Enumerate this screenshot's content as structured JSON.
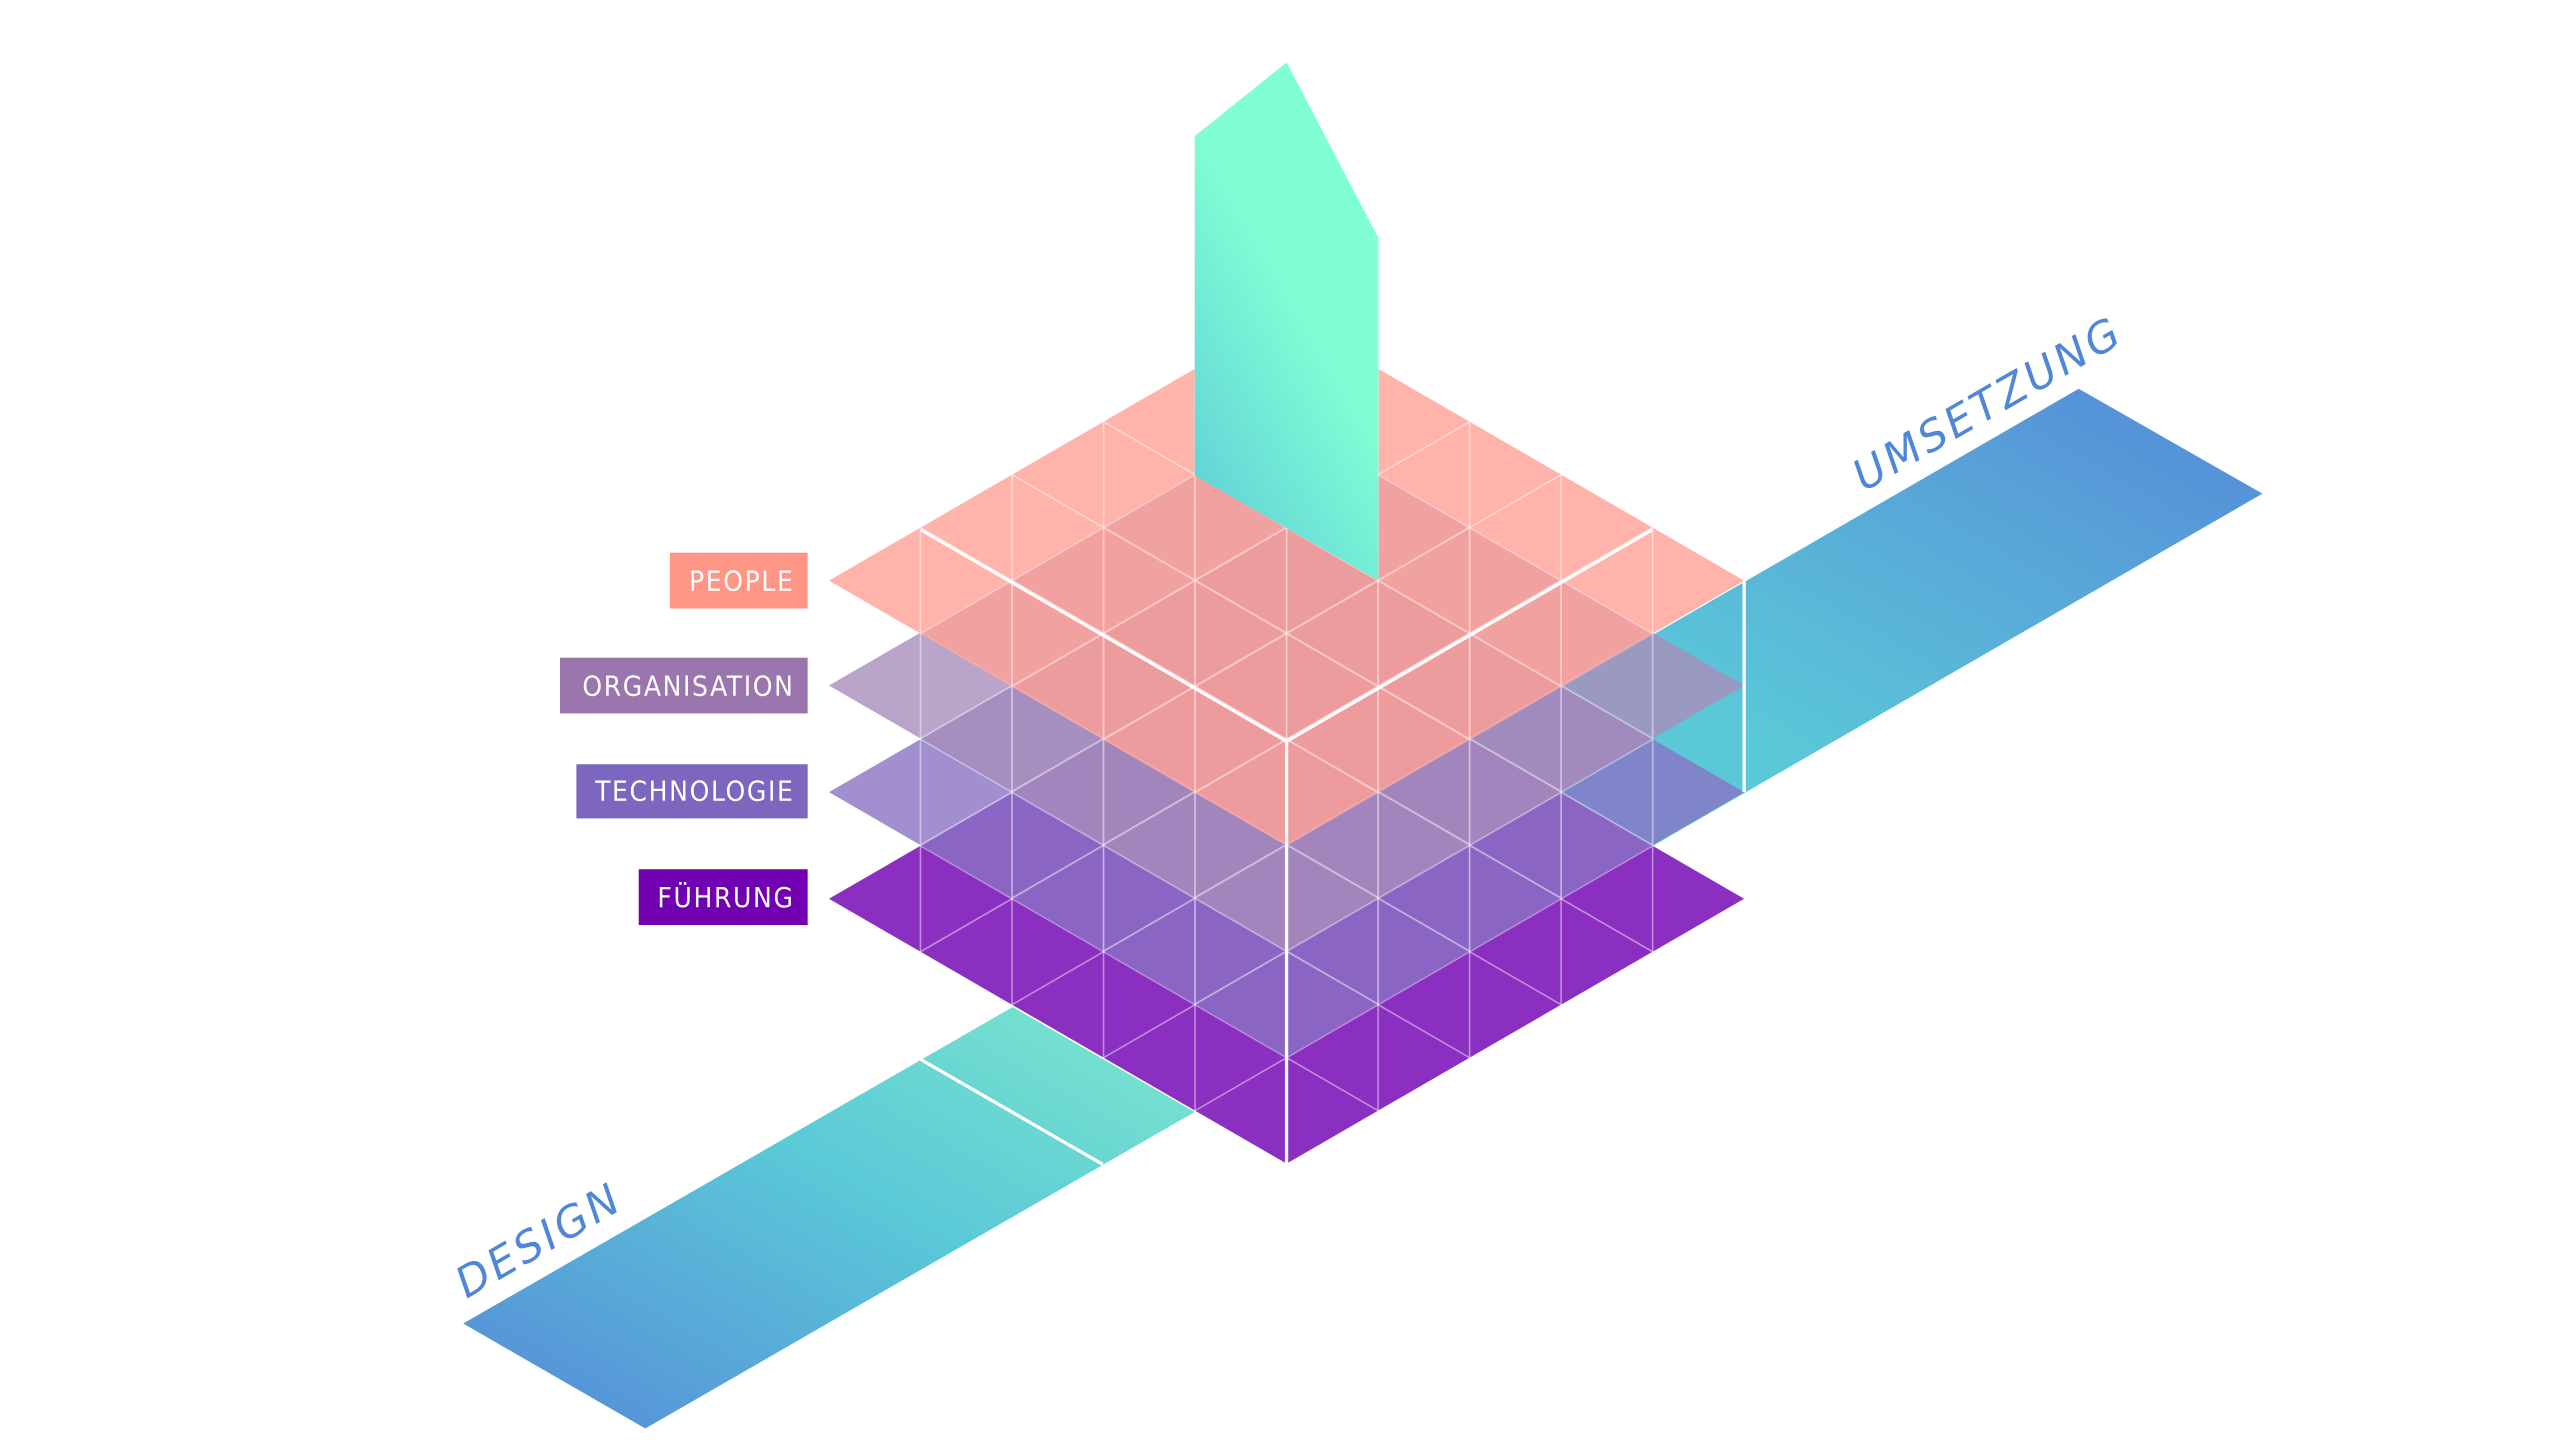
{
  "layers": [
    {
      "label": "PEOPLE",
      "label_color": "#ff9585",
      "fill": "#ffa095"
    },
    {
      "label": "ORGANISATION",
      "label_color": "#9a75ae",
      "fill": "#a98dbb"
    },
    {
      "label": "TECHNOLOGIE",
      "label_color": "#7d66bd",
      "fill": "#8a73c4"
    },
    {
      "label": "FÜHRUNG",
      "label_color": "#7000b0",
      "fill": "#8a2fc0"
    }
  ],
  "axes": {
    "design": "DESIGN",
    "umsetzung": "UMSETZUNG"
  },
  "colors": {
    "band_blue": "#5588d8",
    "band_teal": "#5bc8d8",
    "mint": "#80ffd4",
    "axis_text": "#4f86d8"
  }
}
